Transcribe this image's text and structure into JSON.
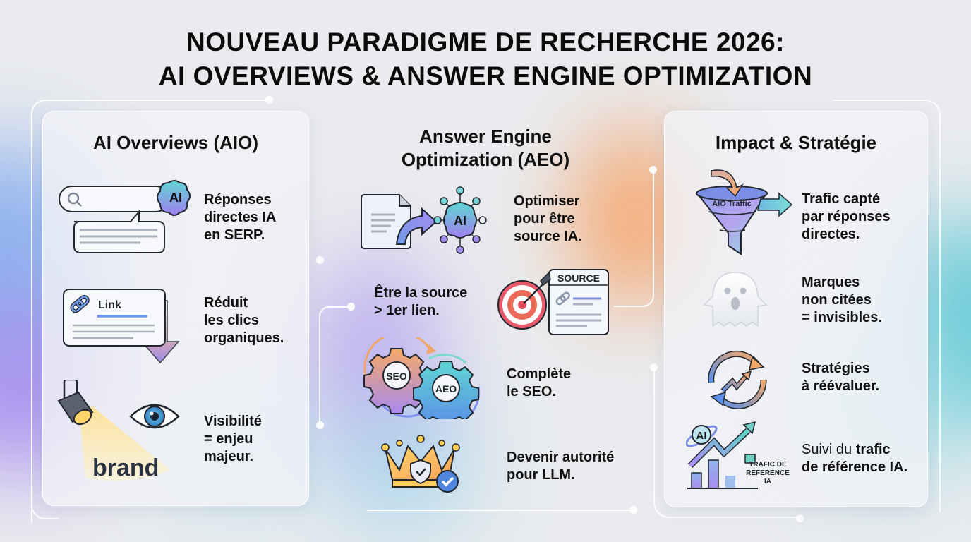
{
  "title": {
    "line1": "NOUVEAU PARADIGME DE RECHERCHE 2026:",
    "line2": "AI OVERVIEWS & ANSWER ENGINE OPTIMIZATION"
  },
  "colors": {
    "blue_accent": "#6f9be8",
    "purple_accent": "#a98af0",
    "orange_accent": "#f7a164",
    "teal_accent": "#3ec0d0",
    "text": "#111111"
  },
  "panels": {
    "aio": {
      "title": "AI Overviews (AIO)",
      "items": [
        {
          "icon": "search-ai-answer-icon",
          "icon_label": "AI",
          "text": "Réponses directes IA en SERP.",
          "lines": [
            "Réponses",
            "directes IA",
            "en SERP."
          ]
        },
        {
          "icon": "link-down-arrow-icon",
          "icon_label": "Link",
          "text": "Réduit les clics organiques.",
          "lines": [
            "Réduit",
            "les clics",
            "organiques."
          ]
        },
        {
          "icon": "spotlight-eye-brand-icon",
          "icon_label": "brand",
          "text": "Visibilité = enjeu majeur.",
          "lines": [
            "Visibilité",
            "= enjeu",
            "majeur."
          ]
        }
      ]
    },
    "aeo": {
      "title_line1": "Answer Engine",
      "title_line2": "Optimization (AEO)",
      "items": [
        {
          "icon": "document-to-ai-brain-icon",
          "icon_label": "AI",
          "text": "Optimiser pour être source IA.",
          "lines": [
            "Optimiser",
            "pour être",
            "source IA."
          ]
        },
        {
          "icon": "target-source-card-icon",
          "icon_label": "SOURCE",
          "text": "Être la source > 1er lien.",
          "lines": [
            "Être la source",
            "> 1er lien."
          ]
        },
        {
          "icon": "seo-aeo-gears-icon",
          "icon_labels": [
            "SEO",
            "AEO"
          ],
          "text": "Complète le SEO.",
          "lines": [
            "Complète",
            "le SEO."
          ]
        },
        {
          "icon": "crown-shield-check-icon",
          "text": "Devenir autorité pour LLM.",
          "lines": [
            "Devenir autorité",
            "pour LLM."
          ]
        }
      ]
    },
    "impact": {
      "title": "Impact & Stratégie",
      "items": [
        {
          "icon": "funnel-traffic-icon",
          "icon_label": "AIO Traffic",
          "text": "Trafic capté par réponses directes.",
          "lines": [
            "Trafic capté",
            "par réponses",
            "directes."
          ]
        },
        {
          "icon": "ghost-icon",
          "text": "Marques non citées = invisibles.",
          "lines": [
            "Marques",
            "non citées",
            "= invisibles."
          ]
        },
        {
          "icon": "refresh-trend-icon",
          "text": "Stratégies à réévaluer.",
          "lines": [
            "Stratégies",
            "à réévaluer."
          ]
        },
        {
          "icon": "ai-referral-chart-icon",
          "icon_label_ai": "AI",
          "icon_caption": [
            "TRAFIC DE",
            "REFERENCE",
            "IA"
          ],
          "text": "Suivi du trafic de référence IA.",
          "line1_normal": "Suivi du ",
          "line1_bold": "trafic",
          "line2": "de référence IA."
        }
      ]
    }
  }
}
